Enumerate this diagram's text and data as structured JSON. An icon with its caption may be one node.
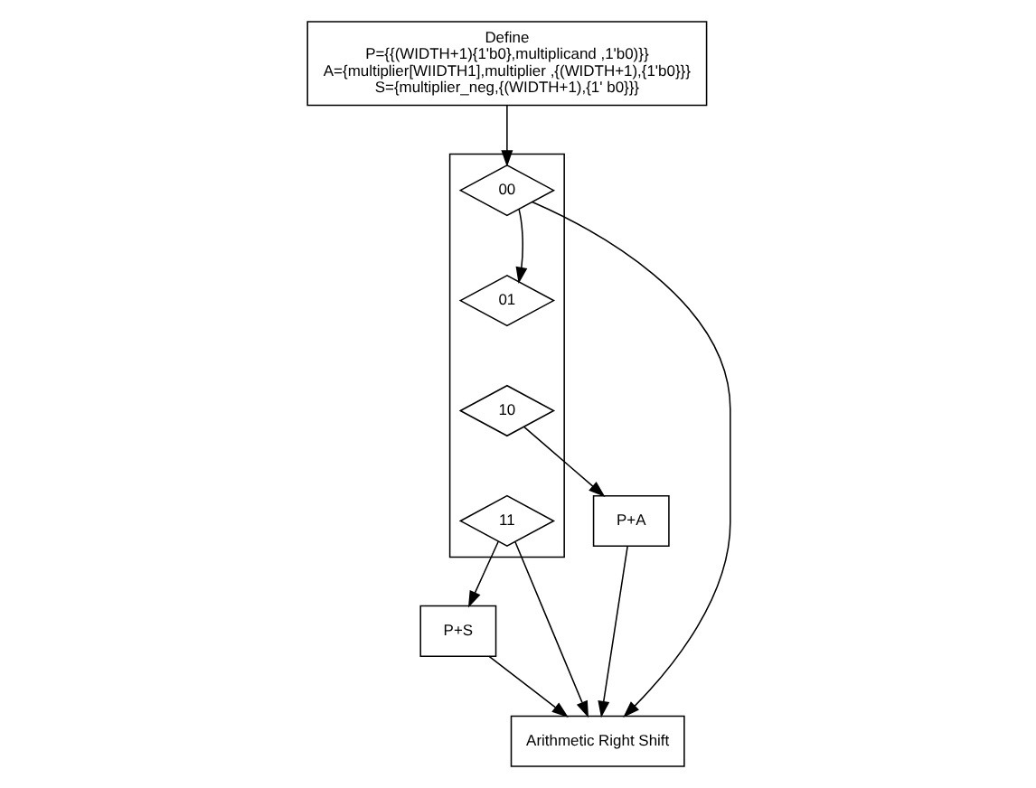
{
  "diagram": {
    "nodes": [
      {
        "text": [
          "Define",
          "P={{(WIDTH+1){1'b0},multiplicand ,1'b0)}}",
          "A={multiplier[WIIDTH1],multiplier ,{(WIDTH+1),{1'b0}}}",
          "S={multiplier_neg,{(WIDTH+1),{1' b0}}}"
        ]
      },
      {
        "text": [],
        "shape": "box"
      },
      {
        "text": [
          "00"
        ],
        "in": 1
      },
      {
        "text": [
          "01"
        ],
        "in": 1
      },
      {
        "text": [
          "10"
        ],
        "in": 1
      },
      {
        "text": [
          "11"
        ],
        "in": 1
      },
      {
        "text": [
          "P+A"
        ]
      },
      {
        "text": [
          "P+S"
        ]
      },
      {
        "text": [
          "Arithmetic Right Shift"
        ]
      }
    ],
    "edges": [
      {
        "from": 0,
        "to": 2,
        "arrow": "to"
      },
      {
        "from": 2,
        "to": 3,
        "arrow": "to"
      },
      {
        "from": 2,
        "to": 8,
        "arrow": "to"
      },
      {
        "from": 4,
        "to": 6,
        "arrow": "to"
      },
      {
        "from": 5,
        "to": 7,
        "arrow": "to"
      },
      {
        "from": 5,
        "to": 8,
        "arrow": "to"
      },
      {
        "from": 7,
        "to": 8,
        "arrow": "to"
      },
      {
        "from": 6,
        "to": 8,
        "arrow": "to"
      }
    ]
  }
}
